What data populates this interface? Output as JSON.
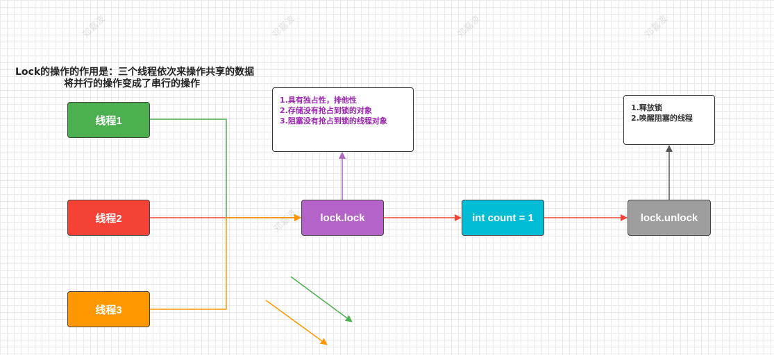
{
  "title_lines": [
    "Lock的操作的作用是：三个线程依次来操作共享的数据",
    "将并行的操作变成了串行的操作"
  ],
  "threads": [
    {
      "label": "线程1",
      "color": "#4caf50"
    },
    {
      "label": "线程2",
      "color": "#f44336"
    },
    {
      "label": "线程3",
      "color": "#ff9800"
    }
  ],
  "lock_node": {
    "label": "lock.lock",
    "color": "#b464c8"
  },
  "count_node": {
    "label": "int count = 1",
    "color": "#00bcd4"
  },
  "unlock_node": {
    "label": "lock.unlock",
    "color": "#9e9e9e"
  },
  "lock_note": {
    "lines": [
      "1.具有独占性，排他性",
      "2.存储没有抢占到锁的对象",
      "3.阻塞没有抢占到锁的线程对象"
    ],
    "text_color": "#9c27b0"
  },
  "unlock_note": {
    "lines": [
      "1.释放锁",
      "2.唤醒阻塞的线程"
    ],
    "text_color": "#333333"
  },
  "watermark": "邓嘉波",
  "edge_colors": {
    "green": "#4caf50",
    "red": "#f44336",
    "orange": "#ff9800",
    "purple": "#b464c8",
    "gray": "#555555"
  }
}
